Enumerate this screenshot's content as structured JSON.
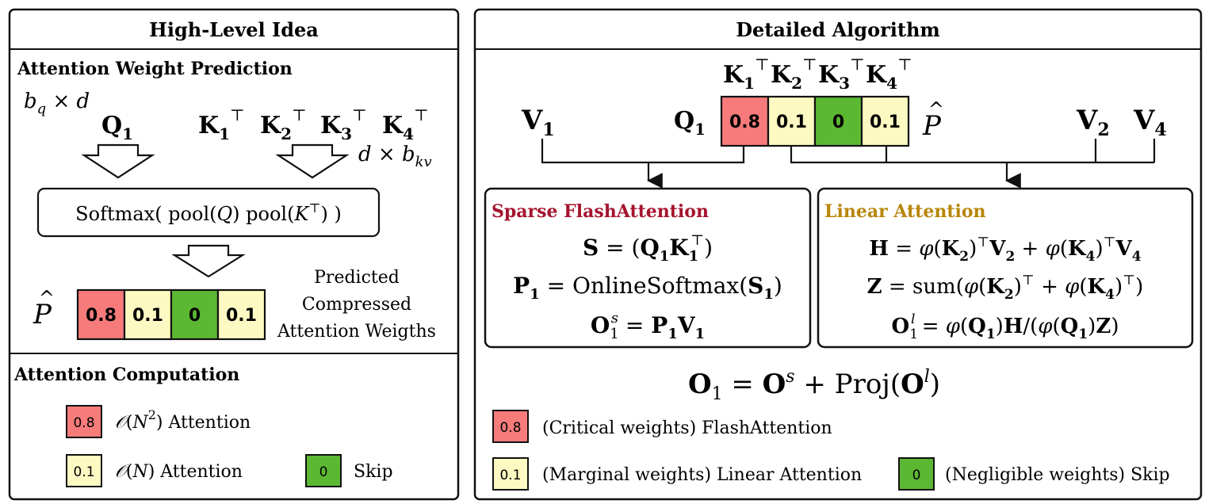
{
  "left_panel": {
    "title": "High-Level Idea",
    "prediction_title": "Attention Weight Prediction",
    "dim_q": "bq × d",
    "q_label": "Q1",
    "k_labels": [
      "K1⊤",
      "K2⊤",
      "K3⊤",
      "K4⊤"
    ],
    "dim_kv": "d × bkv",
    "softmax_formula": "Softmax( pool(Q) pool(K⊤) )",
    "p_hat": "P̂",
    "predicted_label_lines": [
      "Predicted",
      "Compressed",
      "Attention Weigths"
    ],
    "computation_title": "Attention Computation",
    "legend": [
      {
        "swatch": "0.8",
        "label": "𝒪(N²) Attention"
      },
      {
        "swatch": "0.1",
        "label": "𝒪(N) Attention"
      },
      {
        "swatch": "0",
        "label": "Skip"
      }
    ]
  },
  "weights": [
    {
      "value": "0.8",
      "color": "#f77b7b"
    },
    {
      "value": "0.1",
      "color": "#fdf9c2"
    },
    {
      "value": "0",
      "color": "#5cb832"
    },
    {
      "value": "0.1",
      "color": "#fdf9c2"
    }
  ],
  "right_panel": {
    "title": "Detailed Algorithm",
    "k_labels": [
      "K1⊤",
      "K2⊤",
      "K3⊤",
      "K4⊤"
    ],
    "v1": "V1",
    "q1": "Q1",
    "p_hat": "P̂",
    "v2": "V2",
    "v4": "V4",
    "sparse": {
      "title": "Sparse FlashAttention",
      "title_color": "#a5142e",
      "lines": [
        "S = (Q1K1⊤)",
        "P1 = OnlineSoftmax(S1)",
        "O1s = P1V1"
      ]
    },
    "linear": {
      "title": "Linear Attention",
      "title_color": "#b8860b",
      "lines": [
        "H = φ(K2)⊤V2 + φ(K4)⊤V4",
        "Z = sum(φ(K2)⊤ + φ(K4)⊤)",
        "O1l = φ(Q1)H/(φ(Q1)Z)"
      ]
    },
    "final_formula": "O1 = Os + Proj(Ol)",
    "legend": [
      {
        "swatch": "0.8",
        "label": "(Critical weights) FlashAttention"
      },
      {
        "swatch": "0.1",
        "label": "(Marginal weights) Linear Attention"
      },
      {
        "swatch": "0",
        "label": "(Negligible weights) Skip"
      }
    ]
  }
}
